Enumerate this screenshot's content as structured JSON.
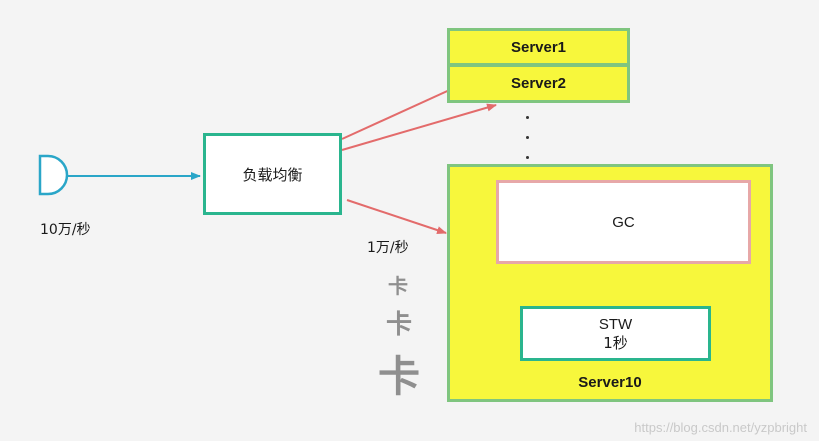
{
  "nodes": {
    "load_balancer": "负载均衡",
    "server1": "Server1",
    "server2": "Server2",
    "server10": "Server10",
    "gc": "GC",
    "stw_title": "STW",
    "stw_duration": "1秒"
  },
  "labels": {
    "input_rate": "10万/秒",
    "per_server_rate": "1万/秒"
  },
  "lag_marks": [
    "卡",
    "卡",
    "卡"
  ],
  "watermark": "https://blog.csdn.net/yzpbright",
  "colors": {
    "server_fill": "#f7f73c",
    "server_border": "#7fc57f",
    "teal": "#2ab58e",
    "arrow_blue": "#2aa6c8",
    "arrow_red": "#e36b6b",
    "gc_border": "#e7a8a8"
  },
  "icons": {
    "client": "and-gate-client-icon"
  }
}
